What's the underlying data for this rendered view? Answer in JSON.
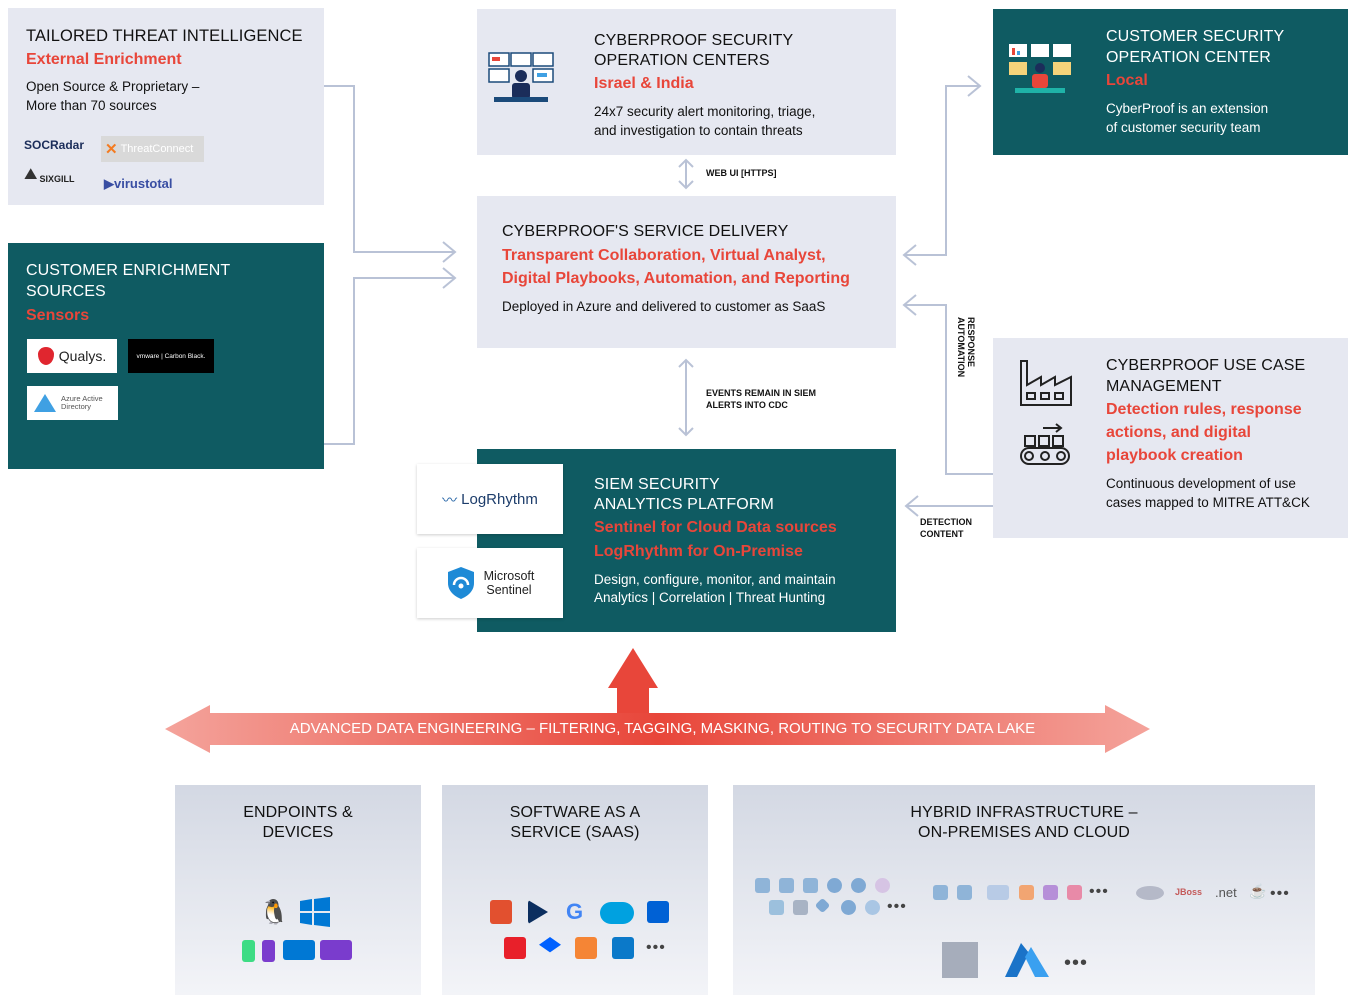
{
  "threat_intel": {
    "title": "TAILORED THREAT INTELLIGENCE",
    "subtitle": "External Enrichment",
    "desc_line1": "Open Source & Proprietary –",
    "desc_line2": "More than 70 sources",
    "logos": [
      "SOCRadar",
      "ThreatConnect",
      "SIXGILL",
      "virustotal"
    ]
  },
  "customer_enrichment": {
    "title_line1": "CUSTOMER ENRICHMENT",
    "title_line2": "SOURCES",
    "subtitle": "Sensors",
    "logos": [
      "Qualys.",
      "vmware | Carbon Black.",
      "Azure Active Directory"
    ]
  },
  "cyberproof_soc": {
    "title_line1": "CYBERPROOF SECURITY",
    "title_line2": "OPERATION CENTERS",
    "subtitle": "Israel & India",
    "desc_line1": "24x7 security alert monitoring, triage,",
    "desc_line2": "and investigation  to contain threats"
  },
  "customer_soc": {
    "title_line1": "CUSTOMER SECURITY",
    "title_line2": "OPERATION CENTER",
    "subtitle": "Local",
    "desc_line1": "CyberProof is an extension",
    "desc_line2": "of customer security team"
  },
  "service_delivery": {
    "title": "CYBERPROOF'S SERVICE DELIVERY",
    "subtitle_line1": "Transparent Collaboration, Virtual Analyst,",
    "subtitle_line2": "Digital Playbooks, Automation, and Reporting",
    "desc": "Deployed in Azure and delivered to customer as  SaaS"
  },
  "use_case": {
    "title_line1": "CYBERPROOF USE CASE",
    "title_line2": "MANAGEMENT",
    "subtitle_line1": "Detection rules, response",
    "subtitle_line2": "actions, and digital",
    "subtitle_line3": "playbook creation",
    "desc_line1": "Continuous development of use",
    "desc_line2": "cases mapped to MITRE ATT&CK"
  },
  "siem": {
    "title_line1": "SIEM SECURITY",
    "title_line2": "ANALYTICS PLATFORM",
    "subtitle_line1": "Sentinel for Cloud Data sources",
    "subtitle_line2": "LogRhythm for On-Premise",
    "desc_line1": "Design, configure, monitor, and maintain",
    "desc_line2": "Analytics | Correlation | Threat Hunting",
    "logos": [
      "LogRhythm",
      "Microsoft",
      "Sentinel"
    ]
  },
  "connectors": {
    "web_ui": "WEB UI [HTTPS]",
    "events_line1": "EVENTS REMAIN IN SIEM",
    "events_line2": "ALERTS INTO CDC",
    "response_line1": "RESPONSE",
    "response_line2": "AUTOMATION",
    "detection_line1": "DETECTION",
    "detection_line2": "CONTENT"
  },
  "banner": "ADVANCED DATA ENGINEERING – FILTERING, TAGGING, MASKING, ROUTING TO SECURITY DATA LAKE",
  "bottom": {
    "endpoints_line1": "ENDPOINTS &",
    "endpoints_line2": "DEVICES",
    "saas_line1": "SOFTWARE AS A",
    "saas_line2": "SERVICE (SAAS)",
    "hybrid_line1": "HYBRID INFRASTRUCTURE –",
    "hybrid_line2": "ON-PREMISES AND CLOUD",
    "more": "•••"
  },
  "colors": {
    "dark_teal": "#0f5b62",
    "light_panel": "#e6e8f1",
    "accent_red": "#e8463a"
  }
}
